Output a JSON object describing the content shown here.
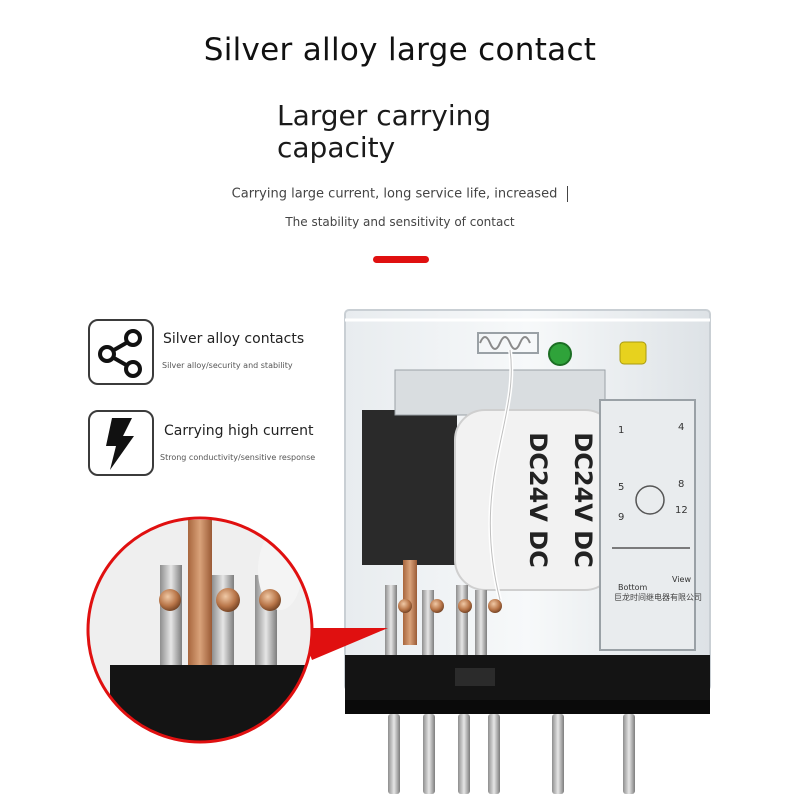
{
  "headline": "Silver alloy large contact",
  "subhead": "Larger carrying\ncapacity",
  "description": {
    "line1": "Carrying large current, long service life, increased",
    "line2": "The stability and sensitivity of contact"
  },
  "features": [
    {
      "icon": "share-nodes-icon",
      "title": "Silver alloy contacts",
      "desc": "Silver alloy/security and stability"
    },
    {
      "icon": "lightning-bolt-icon",
      "title": "Carrying high current",
      "desc": "Strong conductivity/sensitive response"
    }
  ],
  "relay": {
    "coil_label": "DC24V  DC",
    "terminals_left": [
      "1",
      "5",
      "9"
    ],
    "terminals_right": [
      "4",
      "8",
      "12"
    ],
    "bottom_label": "Bottom",
    "view_label": "View",
    "manufacturer": "巨龙时间继电器有限公司"
  },
  "colors": {
    "accent": "#e01010",
    "relay_base": "#111111",
    "coil_body": "#f2f2f2",
    "contact_copper": "#c58a5a"
  }
}
